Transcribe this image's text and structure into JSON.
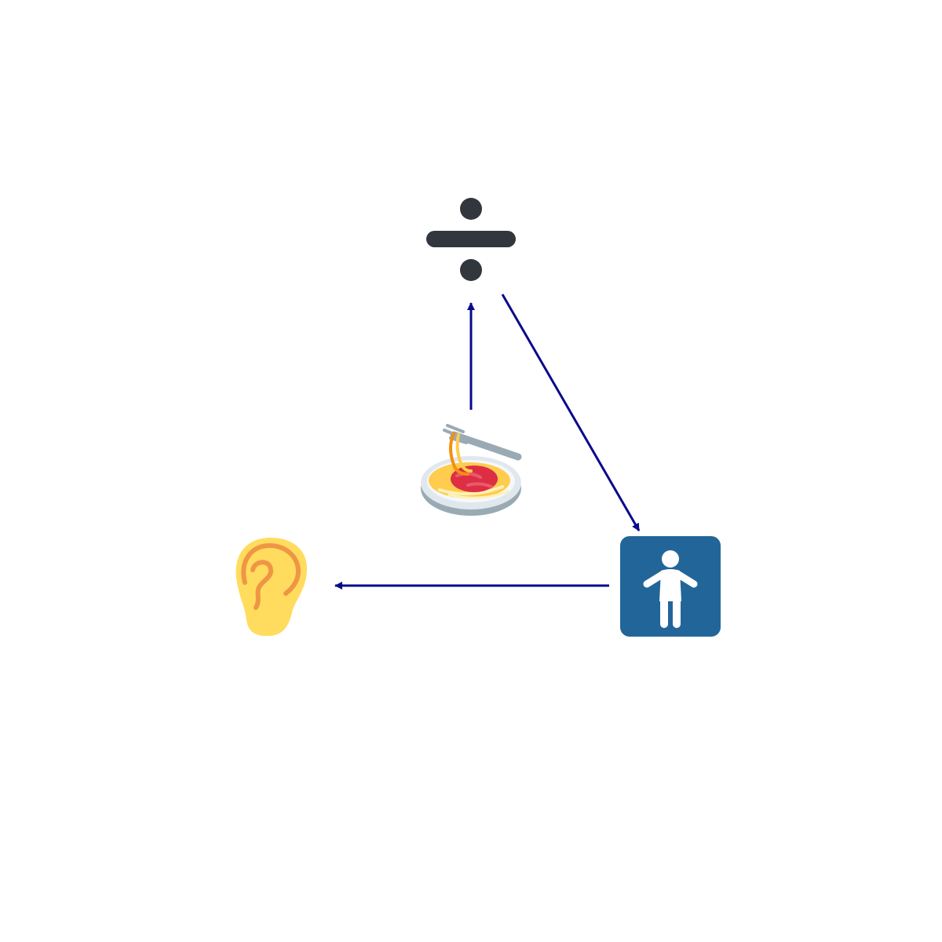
{
  "diagram": {
    "nodes": [
      {
        "id": "divide",
        "icon": "division-sign-icon"
      },
      {
        "id": "spaghetti",
        "icon": "spaghetti-icon"
      },
      {
        "id": "man",
        "icon": "mens-room-icon"
      },
      {
        "id": "ear",
        "icon": "ear-icon"
      }
    ],
    "edges": [
      {
        "from": "spaghetti",
        "to": "divide"
      },
      {
        "from": "divide",
        "to": "man"
      },
      {
        "from": "man",
        "to": "ear"
      }
    ],
    "colors": {
      "edge": "#0a0a8c",
      "division_sign": "#31373d",
      "mens_room_bg": "#226699",
      "ear_skin": "#ffdc5d",
      "ear_detail": "#ef9645",
      "sauce": "#dd2e44",
      "pasta": "#ffcc4d",
      "plate": "#e1e8ed",
      "fork": "#99aab5"
    }
  }
}
